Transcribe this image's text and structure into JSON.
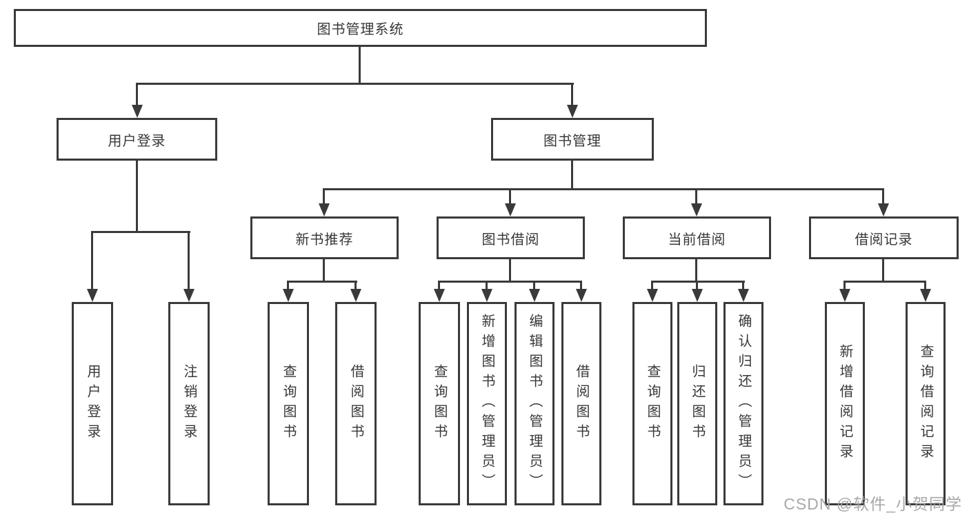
{
  "tree": {
    "root": {
      "label": "图书管理系统"
    },
    "login": {
      "label": "用户登录",
      "children": [
        {
          "label": "用户登录"
        },
        {
          "label": "注销登录"
        }
      ]
    },
    "mgmt": {
      "label": "图书管理",
      "children": [
        {
          "label": "新书推荐",
          "children": [
            {
              "label": "查询图书"
            },
            {
              "label": "借阅图书"
            }
          ]
        },
        {
          "label": "图书借阅",
          "children": [
            {
              "label": "查询图书"
            },
            {
              "label": "新增图书（管理员）"
            },
            {
              "label": "编辑图书（管理员）"
            },
            {
              "label": "借阅图书"
            }
          ]
        },
        {
          "label": "当前借阅",
          "children": [
            {
              "label": "查询图书"
            },
            {
              "label": "归还图书"
            },
            {
              "label": "确认归还（管理员）"
            }
          ]
        },
        {
          "label": "借阅记录",
          "children": [
            {
              "label": "新增借阅记录"
            },
            {
              "label": "查询借阅记录"
            }
          ]
        }
      ]
    }
  },
  "watermark": {
    "text": "CSDN @软件_小贺同学"
  },
  "colors": {
    "line": "#3a3a3a",
    "text": "#383838",
    "background": "#ffffff",
    "watermark": "#a3a3a3"
  }
}
